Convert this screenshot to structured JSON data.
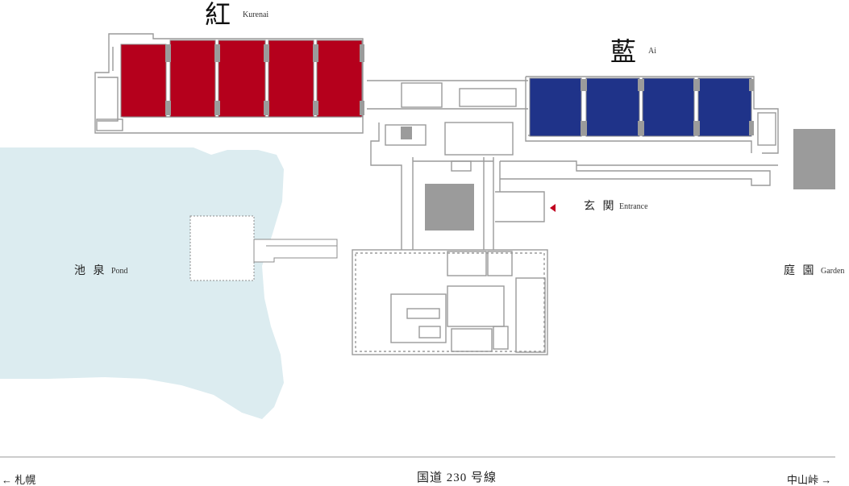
{
  "wings": {
    "kurenai": {
      "kanji": "紅",
      "roman": "Kurenai",
      "color": "#b5001c"
    },
    "ai": {
      "kanji": "藍",
      "roman": "Ai",
      "color": "#1f3389"
    }
  },
  "entrance": {
    "kanji": "玄 関",
    "roman": "Entrance",
    "marker_color": "#c0001f"
  },
  "pond": {
    "kanji": "池 泉",
    "roman": "Pond",
    "color": "#dcecf0"
  },
  "garden": {
    "kanji": "庭 園",
    "roman": "Garden"
  },
  "road": {
    "name": "国道 230 号線",
    "left_destination": "← 札幌",
    "right_destination": "中山峠 →"
  },
  "colors": {
    "wall": "#9a9a9a",
    "block": "#9b9b9b"
  }
}
